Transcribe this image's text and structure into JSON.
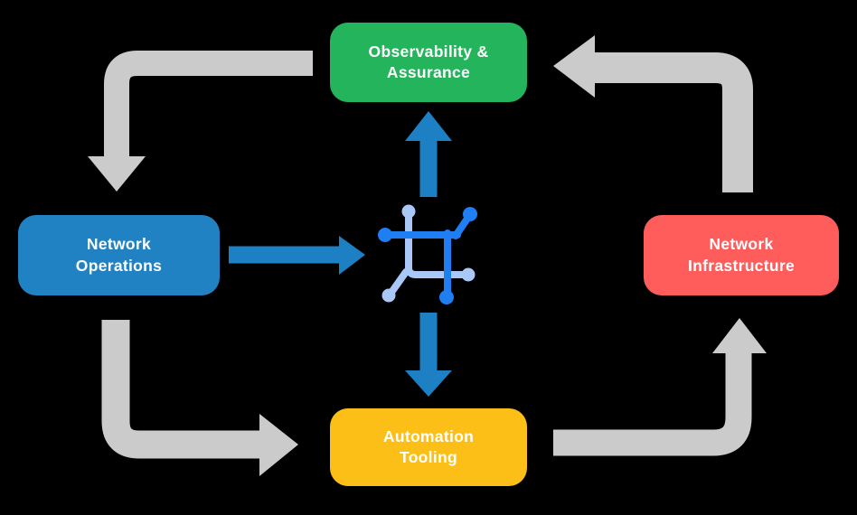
{
  "colors": {
    "background": "#000000",
    "arrow_gray": "#CBCBCB",
    "arrow_blue": "#1E80C4",
    "icon_dark_blue": "#1F7FF2",
    "icon_light_blue": "#A9C7F7",
    "node_text": "#FFFFFF"
  },
  "diagram": {
    "nodes": [
      {
        "id": "observability-assurance",
        "label": "Observability &\nAssurance",
        "color": "#24B45C"
      },
      {
        "id": "network-operations",
        "label": "Network\nOperations",
        "color": "#2182C3"
      },
      {
        "id": "network-infrastructure",
        "label": "Network\nInfrastructure",
        "color": "#FF5C5C"
      },
      {
        "id": "automation-tooling",
        "label": "Automation\nTooling",
        "color": "#FCBF17"
      }
    ],
    "center_icon": "network-mesh-icon",
    "edges": [
      {
        "from": "observability-assurance",
        "to": "network-operations",
        "style": "gray-elbow"
      },
      {
        "from": "network-operations",
        "to": "automation-tooling",
        "style": "gray-elbow"
      },
      {
        "from": "automation-tooling",
        "to": "network-infrastructure",
        "style": "gray-elbow"
      },
      {
        "from": "network-infrastructure",
        "to": "observability-assurance",
        "style": "gray-elbow"
      },
      {
        "from": "network-operations",
        "to": "center-icon",
        "style": "blue-straight"
      },
      {
        "from": "center-icon",
        "to": "observability-assurance",
        "style": "blue-straight"
      },
      {
        "from": "center-icon",
        "to": "automation-tooling",
        "style": "blue-straight"
      }
    ]
  }
}
